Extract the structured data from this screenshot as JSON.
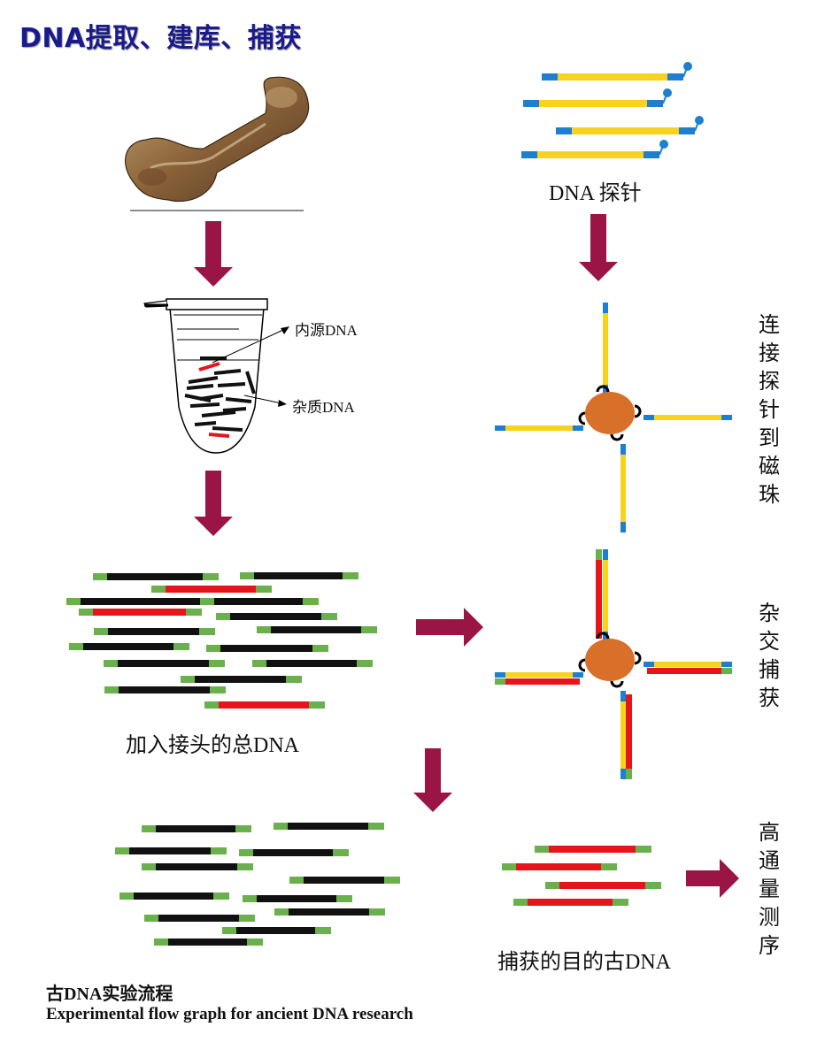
{
  "title": "DNA提取、建库、捕获",
  "labels": {
    "probe": "DNA 探针",
    "endogenous": "内源DNA",
    "contaminant": "杂质DNA",
    "total_dna": "加入接头的总DNA",
    "target_dna": "捕获的目的古DNA"
  },
  "side_labels": {
    "bind_probe": "连接探针到磁珠",
    "hybridize": "杂交捕获",
    "sequencing": "高通量测序"
  },
  "caption": {
    "cn": "古DNA实验流程",
    "en": "Experimental flow graph for ancient DNA research"
  },
  "colors": {
    "title": "#1a1a8c",
    "arrow": "#9b1446",
    "black_strand": "#111111",
    "red_strand": "#e8141b",
    "adapter": "#6ab04c",
    "probe_yellow": "#f7d21e",
    "probe_blue": "#1e7fd1",
    "bead": "#d8702a"
  },
  "icons": {
    "bone": "bone-illustration",
    "tube": "test-tube-icon",
    "bead": "magnetic-bead-icon",
    "arrow": "flow-arrow-icon"
  }
}
